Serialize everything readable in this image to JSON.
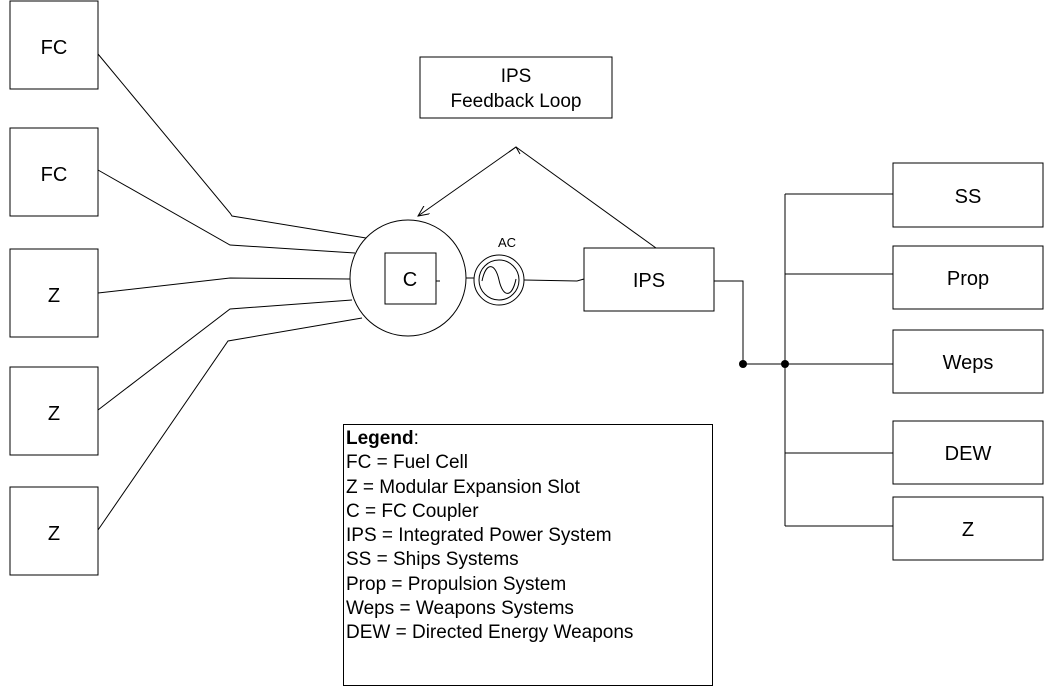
{
  "diagram": {
    "sources": [
      {
        "label": "FC"
      },
      {
        "label": "FC"
      },
      {
        "label": "Z"
      },
      {
        "label": "Z"
      },
      {
        "label": "Z"
      }
    ],
    "coupler": {
      "label": "C"
    },
    "ac_label": "AC",
    "ips": {
      "label": "IPS"
    },
    "feedback": {
      "line1": "IPS",
      "line2": "Feedback Loop"
    },
    "loads": [
      {
        "label": "SS"
      },
      {
        "label": "Prop"
      },
      {
        "label": "Weps"
      },
      {
        "label": "DEW"
      },
      {
        "label": "Z"
      }
    ]
  },
  "legend": {
    "title": "Legend",
    "colon": ":",
    "entries": [
      "FC = Fuel Cell",
      "Z = Modular Expansion Slot",
      "C = FC Coupler",
      "IPS = Integrated Power System",
      "SS = Ships Systems",
      "Prop = Propulsion System",
      "Weps = Weapons Systems",
      "DEW = Directed Energy Weapons"
    ]
  }
}
